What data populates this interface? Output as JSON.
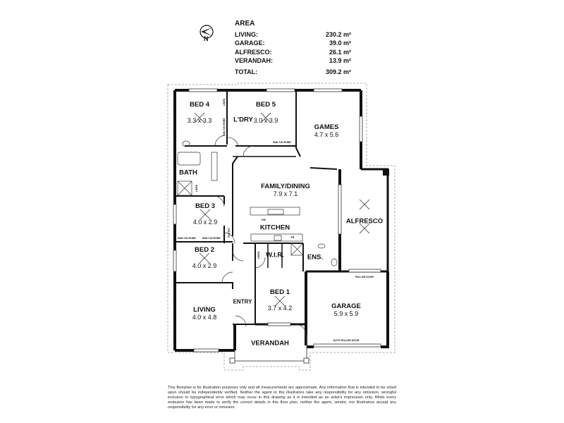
{
  "compass": {
    "label": "N",
    "icon": "north-arrow-icon"
  },
  "area": {
    "title": "AREA",
    "rows": [
      {
        "label": "LIVING:",
        "value": "230.2 m²"
      },
      {
        "label": "GARAGE:",
        "value": "39.0 m²"
      },
      {
        "label": "ALFRESCO:",
        "value": "26.1 m²"
      },
      {
        "label": "VERANDAH:",
        "value": "13.9 m²"
      }
    ],
    "total": {
      "label": "TOTAL:",
      "value": "309.2 m²"
    }
  },
  "rooms": {
    "bed4": {
      "name": "BED 4",
      "dims": "3.3 x 3.3"
    },
    "bed5": {
      "name": "BED 5",
      "dims": "3.0 x 3.9"
    },
    "laundry": {
      "name": "L'DRY"
    },
    "games": {
      "name": "GAMES",
      "dims": "4.7 x 5.6"
    },
    "bath": {
      "name": "BATH"
    },
    "family": {
      "name": "FAMILY/DINING",
      "dims": "7.9 x 7.1"
    },
    "kitchen": {
      "name": "KITCHEN"
    },
    "bed3": {
      "name": "BED 3",
      "dims": "4.0 x 2.9"
    },
    "alfresco": {
      "name": "ALFRESCO"
    },
    "bed2": {
      "name": "BED 2",
      "dims": "4.0 x 2.9"
    },
    "wir": {
      "name": "W.I.R."
    },
    "ens": {
      "name": "ENS."
    },
    "bed1": {
      "name": "BED 1",
      "dims": "3.7 x 4.2"
    },
    "entry": {
      "name": "ENTRY"
    },
    "living": {
      "name": "LIVING",
      "dims": "4.0 x 4.8"
    },
    "garage": {
      "name": "GARAGE",
      "dims": "5.9 x 5.9"
    },
    "verandah": {
      "name": "VERANDAH"
    }
  },
  "annotations": {
    "linen1": "LINEN",
    "builtin_robe_bed4": "BUILT-IN ROBE",
    "builtin_robe_bed5": "BUILT-IN ROBE",
    "linen2": "LINEN",
    "builtin_robe_bed3_a": "BUILT-IN ROBE",
    "builtin_robe_bed3_b": "BUILT-IN ROBE",
    "pantry": "PANTRY",
    "dw": "DW",
    "fr": "FR",
    "linen3": "LINEN",
    "roller_door": "ROLLER DOOR",
    "auto_roller_door": "AUTO ROLLER DOOR"
  },
  "disclaimer": "This floorplan is for illustration purposes only and all measurements are approximate. Any information that is intended to be relied upon should be independently verified. Neither the agent or the illustrators take any responsibility for any omission, wrongful inclusion or typographical error which may occur in this drawing as it is intended as an artist's impression only. While every endeavor has been made to verify the correct details in this floor plan, neither the agent, vendor, nor illustrators accept any responsibility for any error or omission."
}
